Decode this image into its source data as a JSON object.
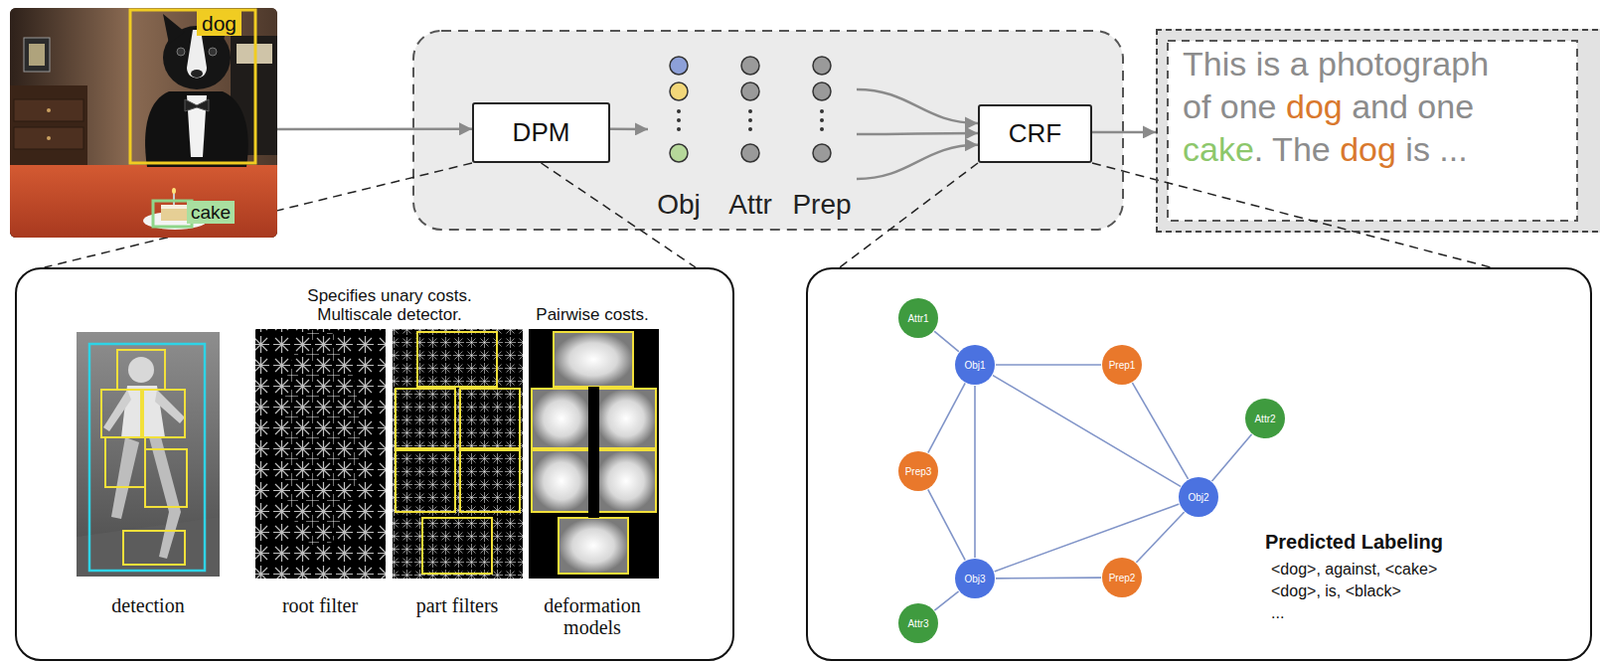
{
  "diagram": {
    "nodes": [
      {
        "text": [
          "dog",
          "cake"
        ]
      },
      {
        "text": [
          "DPM"
        ]
      },
      {
        "text": [
          "Obj",
          "Attr",
          "Prep"
        ]
      },
      {
        "text": [
          "CRF"
        ]
      },
      {
        "text": [
          "This is a photograph of one",
          "dog",
          "and one",
          "cake",
          ". The",
          "dog",
          "is ..."
        ]
      },
      {
        "text": [
          "Specifies unary costs. Multiscale detector.",
          "Pairwise costs.",
          "detection",
          "root filter",
          "part filters",
          "deformation models"
        ]
      },
      {
        "text": [
          "Predicted Labeling",
          "<dog>, against, <cake>",
          "<dog>, is, <black>",
          "..."
        ]
      },
      {
        "text": [
          "Attr1"
        ],
        "in": 6
      },
      {
        "text": [
          "Obj1"
        ],
        "in": 6
      },
      {
        "text": [
          "Prep1"
        ],
        "in": 6
      },
      {
        "text": [
          "Attr2"
        ],
        "in": 6
      },
      {
        "text": [
          "Prep3"
        ],
        "in": 6
      },
      {
        "text": [
          "Obj2"
        ],
        "in": 6
      },
      {
        "text": [
          "Obj3"
        ],
        "in": 6
      },
      {
        "text": [
          "Prep2"
        ],
        "in": 6
      },
      {
        "text": [
          "Attr3"
        ],
        "in": 6
      }
    ],
    "edges": [
      {
        "from": 0,
        "to": 1,
        "arrow": "to"
      },
      {
        "from": 1,
        "to": 2,
        "arrow": "to"
      },
      {
        "from": 2,
        "to": 3,
        "arrow": "to"
      },
      {
        "from": 2,
        "to": 3,
        "arrow": "to"
      },
      {
        "from": 2,
        "to": 3,
        "arrow": "to"
      },
      {
        "from": 3,
        "to": 4,
        "arrow": "to"
      },
      {
        "from": 1,
        "to": 5,
        "arrow": "none"
      },
      {
        "from": 1,
        "to": 5,
        "arrow": "none"
      },
      {
        "from": 3,
        "to": 6,
        "arrow": "none"
      },
      {
        "from": 3,
        "to": 6,
        "arrow": "none"
      },
      {
        "from": 7,
        "to": 8,
        "arrow": "none"
      },
      {
        "from": 8,
        "to": 9,
        "arrow": "none"
      },
      {
        "from": 9,
        "to": 12,
        "arrow": "none"
      },
      {
        "from": 12,
        "to": 10,
        "arrow": "none"
      },
      {
        "from": 8,
        "to": 12,
        "arrow": "none"
      },
      {
        "from": 8,
        "to": 13,
        "arrow": "none"
      },
      {
        "from": 8,
        "to": 11,
        "arrow": "none"
      },
      {
        "from": 11,
        "to": 13,
        "arrow": "none"
      },
      {
        "from": 13,
        "to": 12,
        "arrow": "none"
      },
      {
        "from": 13,
        "to": 14,
        "arrow": "none"
      },
      {
        "from": 14,
        "to": 12,
        "arrow": "none"
      },
      {
        "from": 13,
        "to": 15,
        "arrow": "none"
      }
    ]
  }
}
